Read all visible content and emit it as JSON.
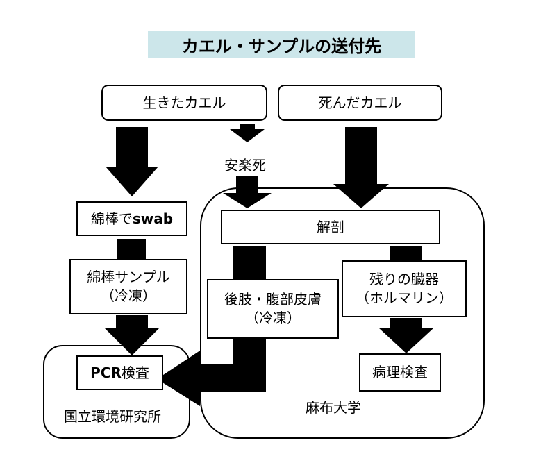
{
  "title": "カエル・サンプルの送付先",
  "nodes": {
    "live_frog": "生きたカエル",
    "dead_frog": "死んだカエル",
    "euthanasia": "安楽死",
    "swab_prefix": "綿棒で",
    "swab_bold": "swab",
    "swab_sample": "綿棒サンプル\n（冷凍）",
    "dissection": "解剖",
    "hindlimb_skin": "後肢・腹部皮膚\n（冷凍）",
    "remaining_organs": "残りの臓器\n（ホルマリン）",
    "pathology": "病理検査",
    "pcr_bold": "PCR",
    "pcr_suffix": "検査"
  },
  "regions": {
    "nies": "国立環境研究所",
    "azabu": "麻布大学"
  }
}
